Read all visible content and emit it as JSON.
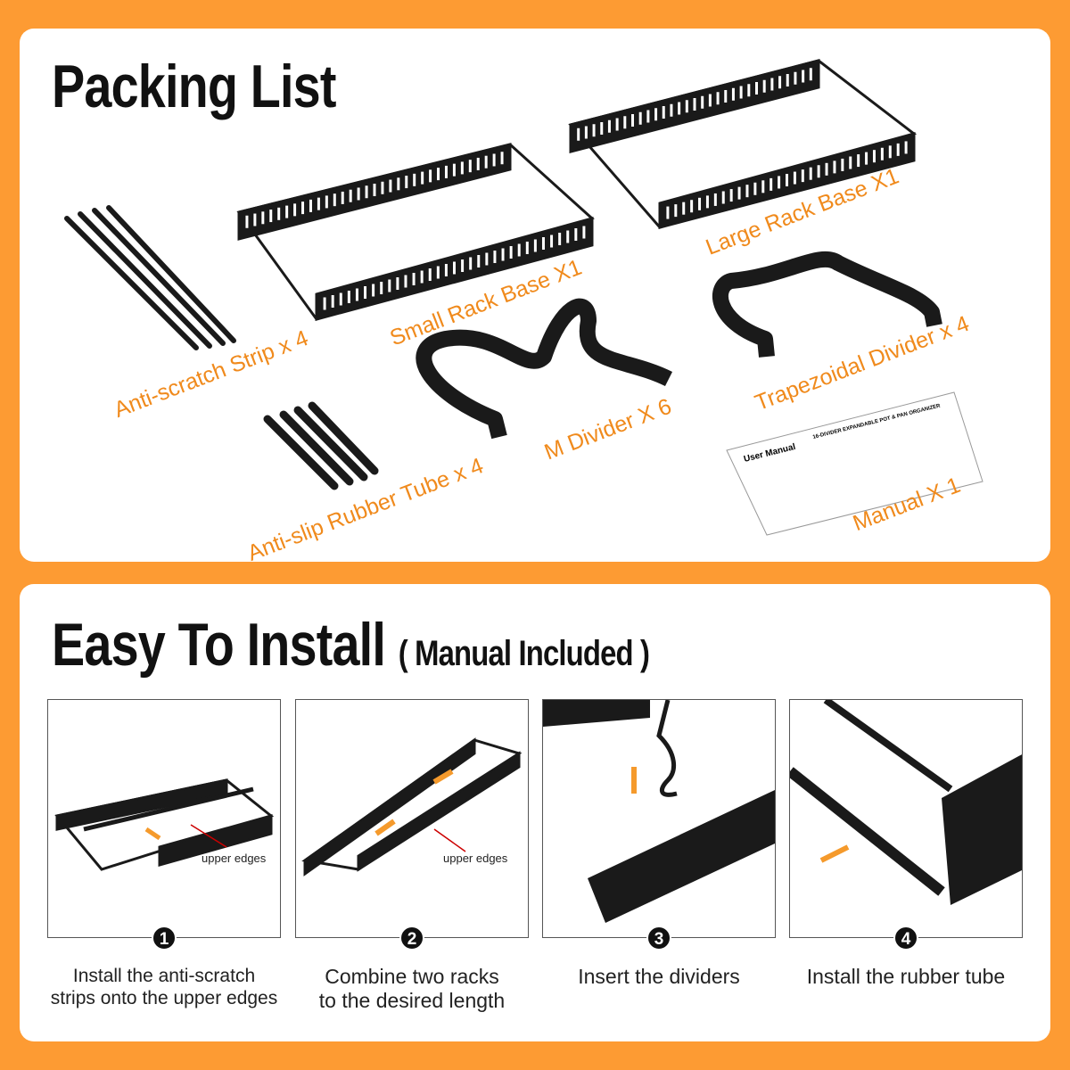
{
  "packing": {
    "title": "Packing List",
    "items": [
      "Anti-scratch Strip x 4",
      "Small Rack Base X1",
      "Large Rack Base X1",
      "Trapezoidal Divider x 4",
      "M Divider X 6",
      "Anti-slip Rubber Tube x 4",
      "Manual X 1"
    ],
    "manual": {
      "heading": "User Manual",
      "product": "16-DIVIDER EXPANDABLE POT & PAN ORGANIZER"
    }
  },
  "install": {
    "title": "Easy To Install",
    "subtitle": "( Manual Included )",
    "steps": [
      {
        "number": "1",
        "caption_line1": "Install the anti-scratch",
        "caption_line2": "strips onto the upper edges",
        "note": "upper edges"
      },
      {
        "number": "2",
        "caption_line1": "Combine two racks",
        "caption_line2": "to the desired length",
        "note": "upper edges"
      },
      {
        "number": "3",
        "caption_line1": "Insert the dividers",
        "caption_line2": ""
      },
      {
        "number": "4",
        "caption_line1": "Install the rubber tube",
        "caption_line2": ""
      }
    ]
  },
  "colors": {
    "background": "#fd9b33",
    "label": "#f08a1c",
    "arrow": "#f59a2c",
    "product": "#1a1a1a"
  }
}
